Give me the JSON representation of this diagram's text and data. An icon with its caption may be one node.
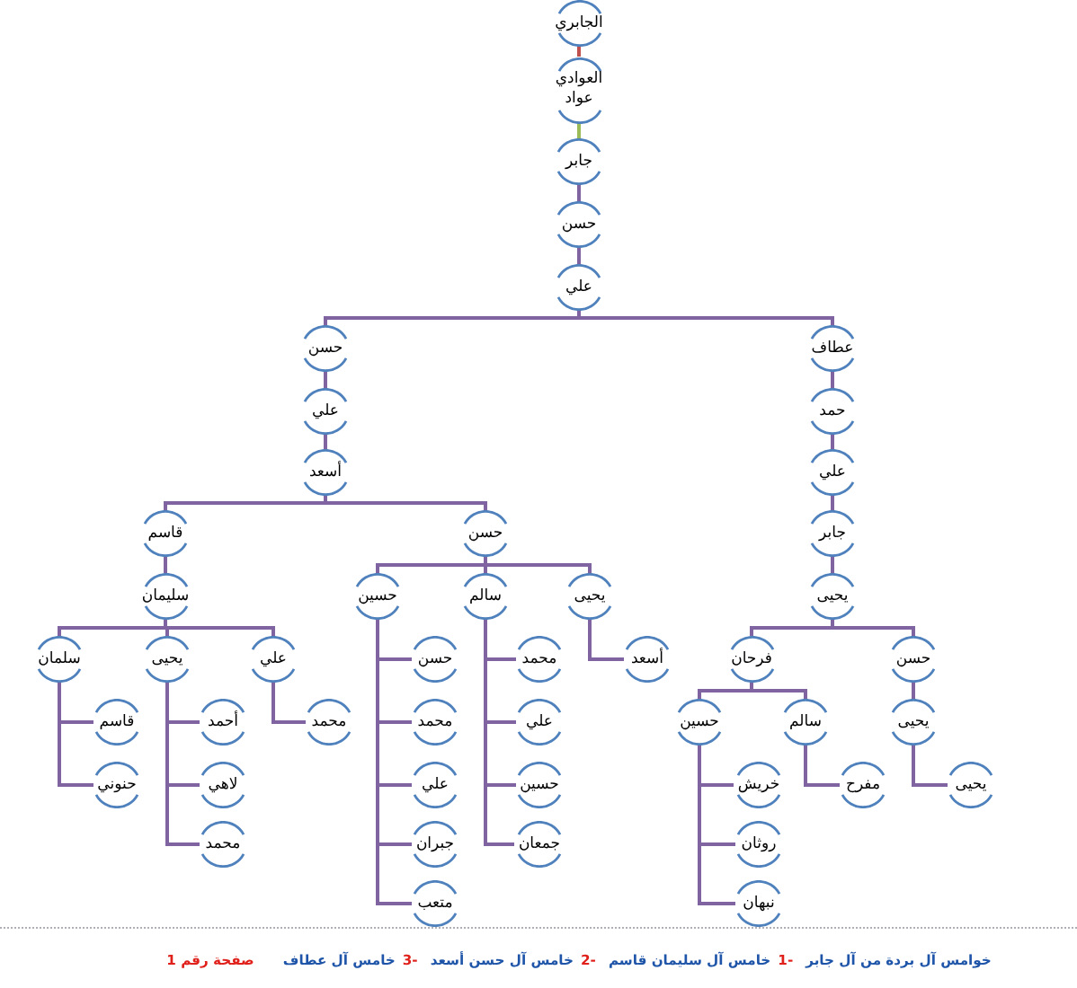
{
  "diagram": {
    "nodes": [
      {
        "text": [
          "الجابري"
        ]
      },
      {
        "text": [
          "العوادي",
          "عواد"
        ]
      },
      {
        "text": [
          "جابر"
        ]
      },
      {
        "text": [
          "حسن"
        ]
      },
      {
        "text": [
          "علي"
        ]
      },
      {
        "text": [
          "حسن"
        ]
      },
      {
        "text": [
          "عطاف"
        ]
      },
      {
        "text": [
          "علي"
        ]
      },
      {
        "text": [
          "حمد"
        ]
      },
      {
        "text": [
          "أسعد"
        ]
      },
      {
        "text": [
          "علي"
        ]
      },
      {
        "text": [
          "قاسم"
        ]
      },
      {
        "text": [
          "حسن"
        ]
      },
      {
        "text": [
          "جابر"
        ]
      },
      {
        "text": [
          "سليمان"
        ]
      },
      {
        "text": [
          "حسين"
        ]
      },
      {
        "text": [
          "سالم"
        ]
      },
      {
        "text": [
          "يحيى"
        ]
      },
      {
        "text": [
          "يحيى"
        ]
      },
      {
        "text": [
          "سلمان"
        ]
      },
      {
        "text": [
          "يحيى"
        ]
      },
      {
        "text": [
          "علي"
        ]
      },
      {
        "text": [
          "حسن"
        ]
      },
      {
        "text": [
          "محمد"
        ]
      },
      {
        "text": [
          "أسعد"
        ]
      },
      {
        "text": [
          "فرحان"
        ]
      },
      {
        "text": [
          "حسن"
        ]
      },
      {
        "text": [
          "قاسم"
        ]
      },
      {
        "text": [
          "أحمد"
        ]
      },
      {
        "text": [
          "محمد"
        ]
      },
      {
        "text": [
          "محمد"
        ]
      },
      {
        "text": [
          "علي"
        ]
      },
      {
        "text": [
          "حسين"
        ]
      },
      {
        "text": [
          "سالم"
        ]
      },
      {
        "text": [
          "يحيى"
        ]
      },
      {
        "text": [
          "حنوني"
        ]
      },
      {
        "text": [
          "لاهي"
        ]
      },
      {
        "text": [
          "علي"
        ]
      },
      {
        "text": [
          "حسين"
        ]
      },
      {
        "text": [
          "خريش"
        ]
      },
      {
        "text": [
          "مفرح"
        ]
      },
      {
        "text": [
          "يحيى"
        ]
      },
      {
        "text": [
          "محمد"
        ]
      },
      {
        "text": [
          "جبران"
        ]
      },
      {
        "text": [
          "جمعان"
        ]
      },
      {
        "text": [
          "روثان"
        ]
      },
      {
        "text": [
          "متعب"
        ]
      },
      {
        "text": [
          "نبهان"
        ]
      }
    ],
    "edges": [
      {
        "from": 0,
        "to": 1,
        "arrow": "none",
        "color": "#c0504d"
      },
      {
        "from": 1,
        "to": 2,
        "arrow": "none",
        "color": "#9bbb59"
      },
      {
        "from": 2,
        "to": 3,
        "arrow": "none"
      },
      {
        "from": 3,
        "to": 4,
        "arrow": "none"
      },
      {
        "from": 4,
        "to": 5,
        "arrow": "none"
      },
      {
        "from": 4,
        "to": 6,
        "arrow": "none"
      },
      {
        "from": 5,
        "to": 7,
        "arrow": "none"
      },
      {
        "from": 7,
        "to": 9,
        "arrow": "none"
      },
      {
        "from": 9,
        "to": 11,
        "arrow": "none"
      },
      {
        "from": 9,
        "to": 12,
        "arrow": "none"
      },
      {
        "from": 11,
        "to": 14,
        "arrow": "none"
      },
      {
        "from": 12,
        "to": 15,
        "arrow": "none"
      },
      {
        "from": 12,
        "to": 16,
        "arrow": "none"
      },
      {
        "from": 12,
        "to": 17,
        "arrow": "none"
      },
      {
        "from": 14,
        "to": 19,
        "arrow": "none"
      },
      {
        "from": 14,
        "to": 20,
        "arrow": "none"
      },
      {
        "from": 14,
        "to": 21,
        "arrow": "none"
      },
      {
        "from": 19,
        "to": 27,
        "arrow": "none"
      },
      {
        "from": 19,
        "to": 35,
        "arrow": "none"
      },
      {
        "from": 20,
        "to": 28,
        "arrow": "none"
      },
      {
        "from": 20,
        "to": 36,
        "arrow": "none"
      },
      {
        "from": 20,
        "to": 42,
        "arrow": "none"
      },
      {
        "from": 21,
        "to": 29,
        "arrow": "none"
      },
      {
        "from": 15,
        "to": 22,
        "arrow": "none"
      },
      {
        "from": 15,
        "to": 30,
        "arrow": "none"
      },
      {
        "from": 15,
        "to": 37,
        "arrow": "none"
      },
      {
        "from": 15,
        "to": 43,
        "arrow": "none"
      },
      {
        "from": 15,
        "to": 46,
        "arrow": "none"
      },
      {
        "from": 16,
        "to": 23,
        "arrow": "none"
      },
      {
        "from": 16,
        "to": 31,
        "arrow": "none"
      },
      {
        "from": 16,
        "to": 38,
        "arrow": "none"
      },
      {
        "from": 16,
        "to": 44,
        "arrow": "none"
      },
      {
        "from": 17,
        "to": 24,
        "arrow": "none"
      },
      {
        "from": 6,
        "to": 8,
        "arrow": "none"
      },
      {
        "from": 8,
        "to": 10,
        "arrow": "none"
      },
      {
        "from": 10,
        "to": 13,
        "arrow": "none"
      },
      {
        "from": 13,
        "to": 18,
        "arrow": "none"
      },
      {
        "from": 18,
        "to": 25,
        "arrow": "none"
      },
      {
        "from": 18,
        "to": 26,
        "arrow": "none"
      },
      {
        "from": 25,
        "to": 32,
        "arrow": "none"
      },
      {
        "from": 25,
        "to": 33,
        "arrow": "none"
      },
      {
        "from": 26,
        "to": 34,
        "arrow": "none"
      },
      {
        "from": 32,
        "to": 39,
        "arrow": "none"
      },
      {
        "from": 32,
        "to": 45,
        "arrow": "none"
      },
      {
        "from": 32,
        "to": 47,
        "arrow": "none"
      },
      {
        "from": 33,
        "to": 40,
        "arrow": "none"
      },
      {
        "from": 34,
        "to": 41,
        "arrow": "none"
      }
    ],
    "labels": [
      "خوامس آل بردة من آل جابر",
      "1-",
      "خامس آل سليمان قاسم",
      "2-",
      "خامس آل حسن أسعد",
      "3-",
      "خامس آل عطاف",
      "صفحة رقم 1"
    ]
  }
}
